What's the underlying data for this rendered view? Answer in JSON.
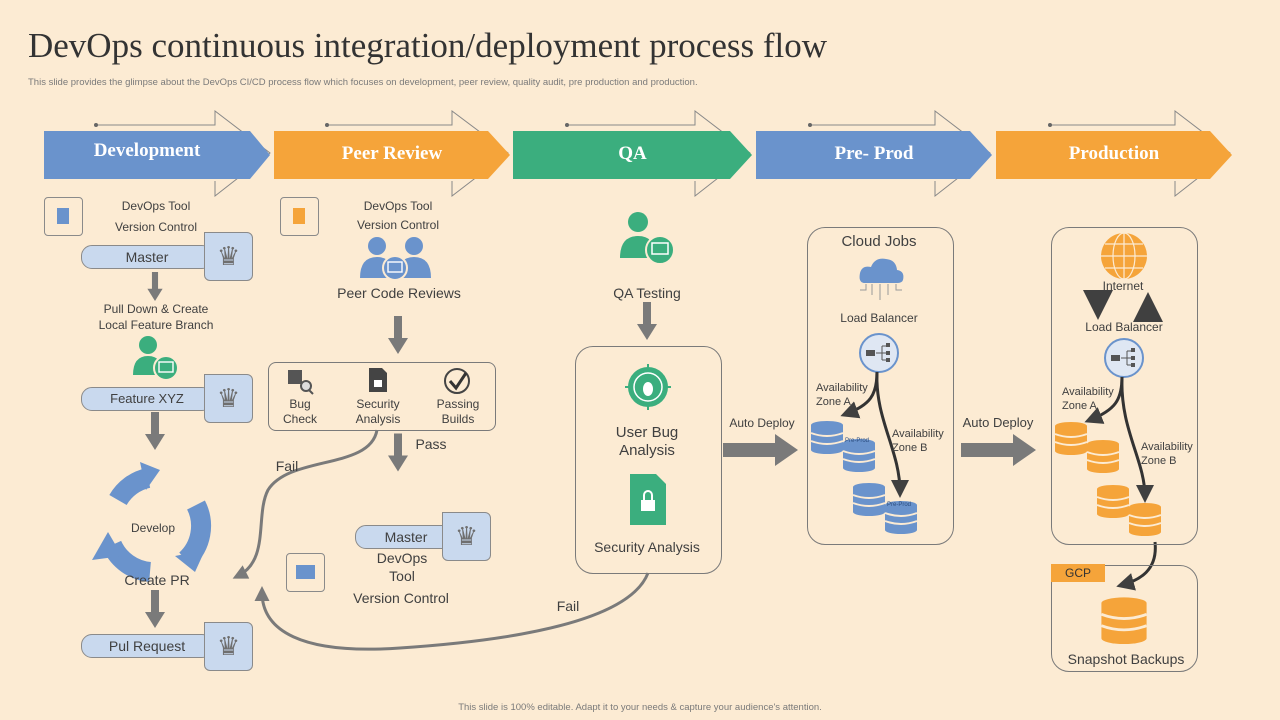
{
  "title": "DevOps continuous integration/deployment process flow",
  "subtitle": "This slide provides the glimpse about the DevOps CI/CD  process flow which focuses on development, peer review, quality audit, pre production and production.",
  "footer": "This slide is 100% editable.  Adapt it to your needs & capture your audience's attention.",
  "colors": {
    "background": "#FCEBD3",
    "blue": "#6A93CC",
    "orange": "#F5A43A",
    "green": "#3BAE7E",
    "pill": "#C9D9EE",
    "arrow": "#7a7a7a"
  },
  "stages": [
    {
      "label": "Development",
      "color": "#6A93CC"
    },
    {
      "label": "Peer Review",
      "color": "#F5A43A"
    },
    {
      "label": "QA",
      "color": "#3BAE7E"
    },
    {
      "label": "Pre- Prod",
      "color": "#6A93CC"
    },
    {
      "label": "Production",
      "color": "#F5A43A"
    }
  ],
  "development": {
    "tool_line1": "DevOps  Tool",
    "tool_line2": "Version Control",
    "master": "Master",
    "pull_line1": "Pull Down & Create",
    "pull_line2": "Local Feature Branch",
    "feature": "Feature XYZ",
    "develop": "Develop",
    "create_pr": "Create PR",
    "pull_request": "Pul Request"
  },
  "peer_review": {
    "tool_line1": "DevOps  Tool",
    "tool_line2": "Version Control",
    "peer_code_reviews": "Peer Code Reviews",
    "checks": [
      {
        "line1": "Bug",
        "line2": "Check",
        "icon": "bug-check-icon"
      },
      {
        "line1": "Security",
        "line2": "Analysis",
        "icon": "lock-document-icon"
      },
      {
        "line1": "Passing",
        "line2": "Builds",
        "icon": "check-circle-icon"
      }
    ],
    "pass": "Pass",
    "fail": "Fail",
    "master": "Master",
    "bottom_line1": "DevOps",
    "bottom_line2": "Tool",
    "bottom_line3": "Version Control"
  },
  "qa": {
    "qa_testing": "QA Testing",
    "user_bug_line1": "User Bug",
    "user_bug_line2": "Analysis",
    "security_analysis": "Security Analysis",
    "fail": "Fail"
  },
  "pre_prod": {
    "auto_deploy": "Auto Deploy",
    "cloud_jobs": "Cloud Jobs",
    "load_balancer": "Load Balancer",
    "zone_a_line1": "Availability",
    "zone_a_line2": "Zone A",
    "zone_b_line1": "Availability",
    "zone_b_line2": "Zone B",
    "db_label": "Pre-Prod"
  },
  "production": {
    "auto_deploy": "Auto Deploy",
    "internet": "Internet",
    "load_balancer": "Load Balancer",
    "zone_a_line1": "Availability",
    "zone_a_line2": "Zone A",
    "zone_b_line1": "Availability",
    "zone_b_line2": "Zone B",
    "gcp": "GCP",
    "snapshot_backups": "Snapshot Backups"
  }
}
